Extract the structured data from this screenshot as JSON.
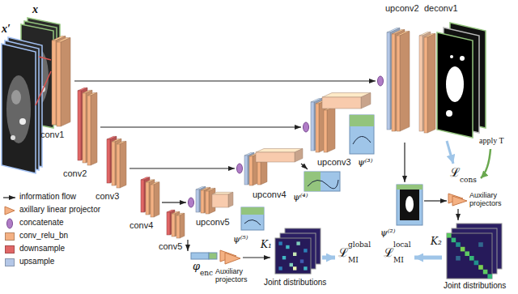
{
  "diagram": {
    "nodes": [
      {
        "text": [
          "conv1"
        ]
      },
      {
        "text": [
          "conv2"
        ]
      },
      {
        "text": [
          "conv3"
        ]
      },
      {
        "text": [
          "conv4"
        ]
      },
      {
        "text": [
          "conv5"
        ]
      },
      {
        "text": [
          "upconv5"
        ]
      },
      {
        "text": [
          "upconv4"
        ]
      },
      {
        "text": [
          "upconv3"
        ]
      },
      {
        "text": [
          "upconv2"
        ]
      },
      {
        "text": [
          "deconv1"
        ]
      }
    ],
    "edges": [
      {
        "from": 0,
        "to": 8,
        "arrow": "to"
      },
      {
        "from": 1,
        "to": 7,
        "arrow": "to"
      },
      {
        "from": 2,
        "to": 6,
        "arrow": "to"
      },
      {
        "from": 3,
        "to": 5,
        "arrow": "to"
      }
    ],
    "labels": [
      "x",
      "x′",
      "apply T",
      "ℒ",
      "cons",
      "ψ⁽⁵⁾",
      "ψ⁽⁴⁾",
      "ψ⁽³⁾",
      "ψ⁽²⁾",
      "φ",
      "enc",
      "Auxiliary projectors",
      "Auxiliary projectors",
      "K₁",
      "K₂",
      "Joint distributions",
      "Joint distributions",
      "ℒ",
      "global",
      "MI",
      "ℒ",
      "local",
      "MI"
    ],
    "legend": [
      {
        "text": "information flow"
      },
      {
        "text": "axillary linear projector"
      },
      {
        "text": "concatenate"
      },
      {
        "text": "conv_relu_bn",
        "color": "#f4b183"
      },
      {
        "text": "downsample",
        "color": "#e06666"
      },
      {
        "text": "upsample",
        "color": "#b4c7e7"
      }
    ]
  }
}
